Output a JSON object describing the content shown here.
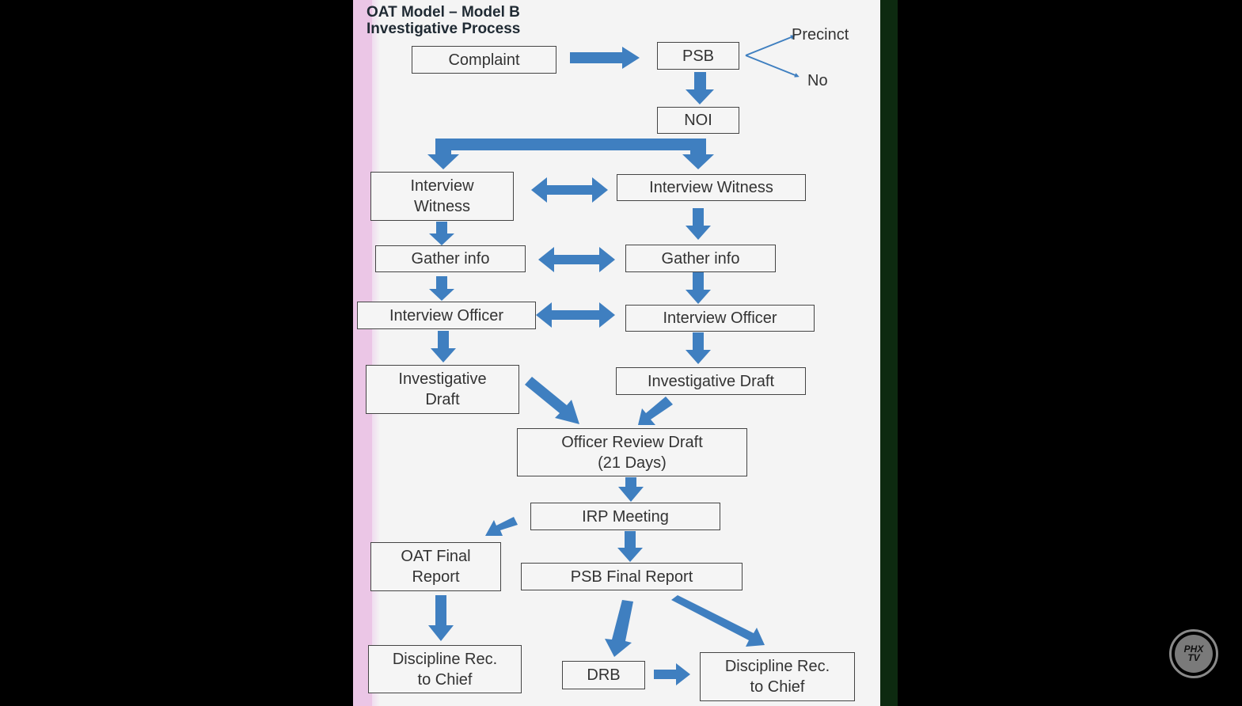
{
  "slide": {
    "title_line1": "OAT Model – Model B",
    "title_line2": "Investigative Process"
  },
  "nodes": {
    "complaint": "Complaint",
    "psb": "PSB",
    "precinct": "Precinct",
    "no": "No",
    "noi": "NOI",
    "left_interview_witness": "Interview Witness",
    "right_interview_witness": "Interview Witness",
    "left_gather_info": "Gather info",
    "right_gather_info": "Gather info",
    "left_interview_officer": "Interview Officer",
    "right_interview_officer": "Interview Officer",
    "left_investigative_draft": "Investigative Draft",
    "right_investigative_draft": "Investigative Draft",
    "officer_review_draft_l1": "Officer Review Draft",
    "officer_review_draft_l2": "(21 Days)",
    "irp_meeting": "IRP Meeting",
    "oat_final_report_l1": "OAT Final",
    "oat_final_report_l2": "Report",
    "psb_final_report": "PSB Final Report",
    "left_discipline_l1": "Discipline Rec.",
    "left_discipline_l2": "to Chief",
    "drb": "DRB",
    "right_discipline_l1": "Discipline Rec.",
    "right_discipline_l2": "to Chief"
  },
  "logo": {
    "text_l1": "PHX",
    "text_l2": "TV",
    "icon": "phoenix-bird-icon"
  },
  "colors": {
    "arrow": "#3f7fc0",
    "box_border": "#444444",
    "background": "#f4f4f4",
    "pink_bar": "#ebc6e6",
    "green_bar": "#0d2a10"
  }
}
